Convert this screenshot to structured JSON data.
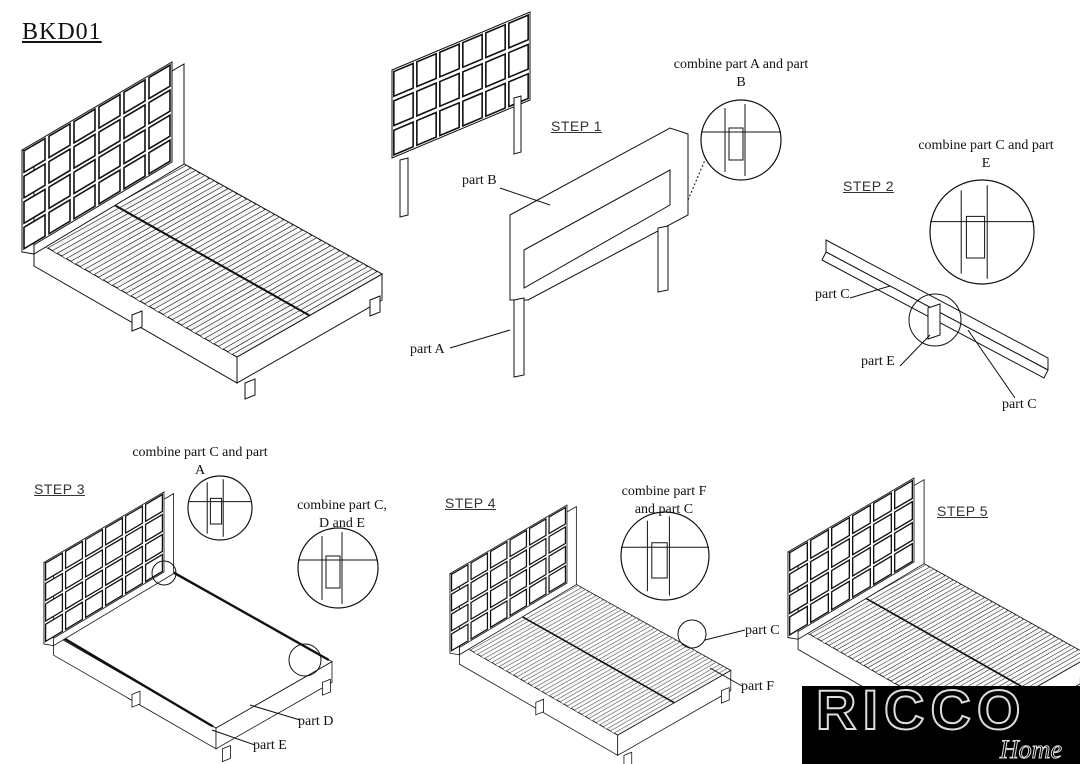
{
  "model_code": "BKD01",
  "steps": {
    "step1": {
      "title": "STEP 1",
      "callout": "combine part A and part B",
      "labels": [
        "part B",
        "part A"
      ]
    },
    "step2": {
      "title": "STEP 2",
      "callout": "combine part C and part E",
      "labels": [
        "part C",
        "part E",
        "part C"
      ]
    },
    "step3": {
      "title": "STEP 3",
      "callout_1": "combine part C and part A",
      "callout_2": "combine part C, D and E",
      "labels": [
        "part D",
        "part E"
      ]
    },
    "step4": {
      "title": "STEP 4",
      "callout": "combine part F and part C",
      "labels": [
        "part C",
        "part F"
      ]
    },
    "step5": {
      "title": "STEP 5"
    }
  },
  "logo": {
    "brand": "RICCO",
    "sub": "Home"
  }
}
